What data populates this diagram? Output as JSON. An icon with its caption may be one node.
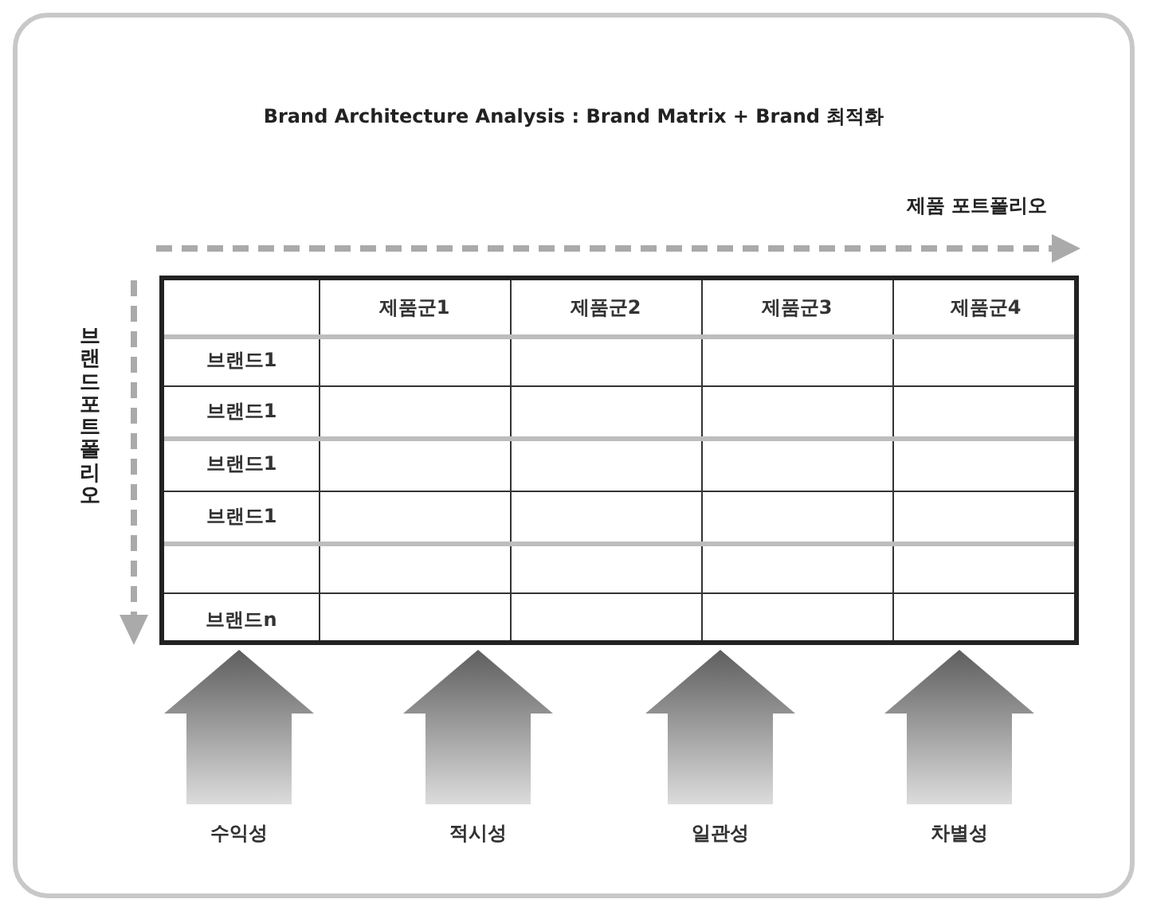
{
  "diagram": {
    "title": "Brand Architecture Analysis : Brand Matrix + Brand 최적화",
    "nodes": [
      {
        "text": [],
        "shape": "box"
      },
      {
        "text": [
          "수익성"
        ]
      },
      {
        "text": [
          "적시성"
        ]
      },
      {
        "text": [
          "일관성"
        ]
      },
      {
        "text": [
          "차별성"
        ]
      }
    ],
    "edges": [
      {
        "from": 1,
        "to": 0,
        "arrow": "to",
        "style": "thick"
      },
      {
        "from": 2,
        "to": 0,
        "arrow": "to",
        "style": "thick"
      },
      {
        "from": 3,
        "to": 0,
        "arrow": "to",
        "style": "thick"
      },
      {
        "from": 4,
        "to": 0,
        "arrow": "to",
        "style": "thick"
      }
    ],
    "labels": [
      "제품 포트폴리오",
      "브랜드 포트폴리오",
      "제품군1",
      "제품군2",
      "제품군3",
      "제품군4",
      "브랜드1",
      "브랜드1",
      "브랜드1",
      "브랜드1",
      "브랜드n"
    ]
  }
}
